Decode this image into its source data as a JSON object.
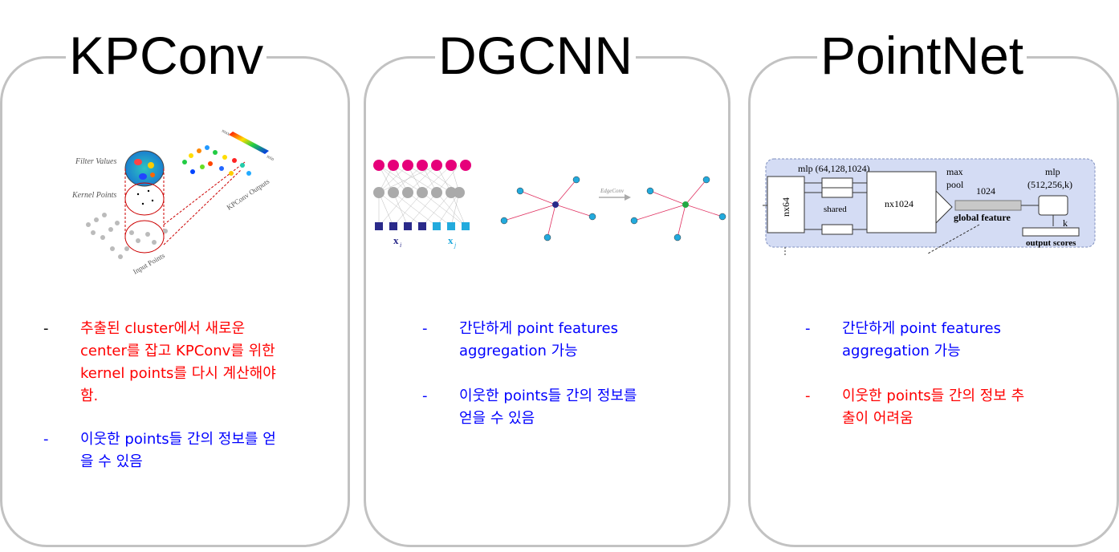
{
  "panels": [
    {
      "title": "KPConv",
      "figure": {
        "filter_values": "Filter Values",
        "kernel_points": "Kernel Points",
        "input_points": "Input Points",
        "outputs": "KPConv Outputs",
        "max": "max",
        "min": "min"
      },
      "bullets": [
        {
          "dash": "-",
          "lines": [
            "추출된 cluster에서 새로운",
            "center를 잡고 KPConv를 위한",
            "kernel points를 다시 계산해야",
            "함."
          ],
          "color": "#ff0000"
        },
        {
          "dash": "-",
          "lines": [
            "이웃한 points들 간의 정보를 얻",
            "을 수 있음"
          ],
          "color": "#0000ff"
        }
      ]
    },
    {
      "title": "DGCNN",
      "figure": {
        "xi": "x",
        "xi_sub": "i",
        "xj": "x",
        "xj_sub": "j",
        "edgeconv": "EdgeConv"
      },
      "bullets": [
        {
          "dash": "-",
          "lines": [
            "간단하게 point features",
            "aggregation 가능"
          ],
          "color": "#0000ff"
        },
        {
          "dash": "-",
          "lines": [
            "이웃한 points들 간의 정보를",
            "얻을 수 있음"
          ],
          "color": "#0000ff"
        }
      ]
    },
    {
      "title": "PointNet",
      "figure": {
        "mlp1": "mlp (64,128,1024)",
        "nx64": "nx64",
        "shared": "shared",
        "nx1024": "nx1024",
        "max": "max",
        "pool": "pool",
        "dim": "1024",
        "global_feature": "global feature",
        "mlp2": "mlp",
        "mlp2_dims": "(512,256,k)",
        "k": "k",
        "output_scores": "output scores"
      },
      "bullets": [
        {
          "dash": "-",
          "lines": [
            "간단하게 point features",
            "aggregation 가능"
          ],
          "color": "#0000ff"
        },
        {
          "dash": "-",
          "lines": [
            "이웃한 points들 간의 정보 추",
            "출이 어려움"
          ],
          "color": "#ff0000"
        }
      ]
    }
  ]
}
